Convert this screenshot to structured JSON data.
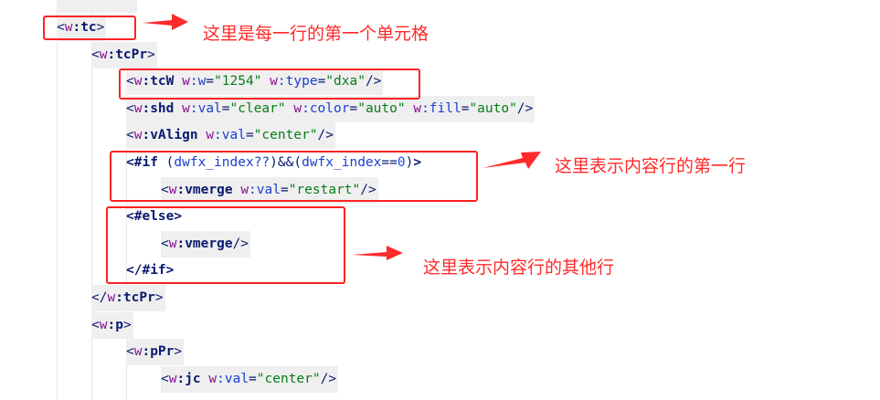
{
  "colors": {
    "annotation": "#ff2a2a",
    "tag": "#0a1a6e",
    "prefix": "#871094",
    "attr": "#1a3fd0",
    "value": "#067d17"
  },
  "lines": [
    {
      "indent": 0,
      "tokens": [
        {
          "c": "t",
          "s": "<"
        },
        {
          "c": "p",
          "s": "w"
        },
        {
          "c": "n",
          "s": ":tc"
        },
        {
          "c": "t",
          "s": ">"
        }
      ]
    },
    {
      "indent": 1,
      "tokens": [
        {
          "c": "t",
          "s": "<"
        },
        {
          "c": "p",
          "s": "w"
        },
        {
          "c": "n",
          "s": ":tcPr"
        },
        {
          "c": "t",
          "s": ">"
        }
      ]
    },
    {
      "indent": 2,
      "tokens": [
        {
          "c": "t",
          "s": "<"
        },
        {
          "c": "p",
          "s": "w"
        },
        {
          "c": "n",
          "s": ":tcW "
        },
        {
          "c": "p",
          "s": "w"
        },
        {
          "c": "a",
          "s": ":w"
        },
        {
          "c": "t",
          "s": "="
        },
        {
          "c": "v",
          "s": "\"1254\" "
        },
        {
          "c": "p",
          "s": "w"
        },
        {
          "c": "a",
          "s": ":type"
        },
        {
          "c": "t",
          "s": "="
        },
        {
          "c": "v",
          "s": "\"dxa\""
        },
        {
          "c": "t",
          "s": "/>"
        }
      ]
    },
    {
      "indent": 2,
      "tokens": [
        {
          "c": "t",
          "s": "<"
        },
        {
          "c": "p",
          "s": "w"
        },
        {
          "c": "n",
          "s": ":shd "
        },
        {
          "c": "p",
          "s": "w"
        },
        {
          "c": "a",
          "s": ":val"
        },
        {
          "c": "t",
          "s": "="
        },
        {
          "c": "v",
          "s": "\"clear\" "
        },
        {
          "c": "p",
          "s": "w"
        },
        {
          "c": "a",
          "s": ":color"
        },
        {
          "c": "t",
          "s": "="
        },
        {
          "c": "v",
          "s": "\"auto\" "
        },
        {
          "c": "p",
          "s": "w"
        },
        {
          "c": "a",
          "s": ":fill"
        },
        {
          "c": "t",
          "s": "="
        },
        {
          "c": "v",
          "s": "\"auto\""
        },
        {
          "c": "t",
          "s": "/>"
        }
      ]
    },
    {
      "indent": 2,
      "tokens": [
        {
          "c": "t",
          "s": "<"
        },
        {
          "c": "p",
          "s": "w"
        },
        {
          "c": "n",
          "s": ":vAlign "
        },
        {
          "c": "p",
          "s": "w"
        },
        {
          "c": "a",
          "s": ":val"
        },
        {
          "c": "t",
          "s": "="
        },
        {
          "c": "v",
          "s": "\"center\""
        },
        {
          "c": "t",
          "s": "/>"
        }
      ]
    },
    {
      "indent": 2,
      "nobg": true,
      "tokens": [
        {
          "c": "k",
          "s": "<#if "
        },
        {
          "c": "t",
          "s": "("
        },
        {
          "c": "id",
          "s": "dwfx_index"
        },
        {
          "c": "a",
          "s": "??"
        },
        {
          "c": "t",
          "s": ")&&("
        },
        {
          "c": "id",
          "s": "dwfx_index"
        },
        {
          "c": "t",
          "s": "=="
        },
        {
          "c": "num",
          "s": "0"
        },
        {
          "c": "t",
          "s": ")"
        },
        {
          "c": "k",
          "s": ">"
        }
      ]
    },
    {
      "indent": 3,
      "tokens": [
        {
          "c": "t",
          "s": "<"
        },
        {
          "c": "p",
          "s": "w"
        },
        {
          "c": "n",
          "s": ":vmerge "
        },
        {
          "c": "p",
          "s": "w"
        },
        {
          "c": "a",
          "s": ":val"
        },
        {
          "c": "t",
          "s": "="
        },
        {
          "c": "v",
          "s": "\"restart\""
        },
        {
          "c": "t",
          "s": "/>"
        }
      ]
    },
    {
      "indent": 2,
      "nobg": true,
      "tokens": [
        {
          "c": "k",
          "s": "<#else>"
        }
      ]
    },
    {
      "indent": 3,
      "tokens": [
        {
          "c": "t",
          "s": "<"
        },
        {
          "c": "p",
          "s": "w"
        },
        {
          "c": "n",
          "s": ":vmerge"
        },
        {
          "c": "t",
          "s": "/>"
        }
      ]
    },
    {
      "indent": 2,
      "nobg": true,
      "tokens": [
        {
          "c": "k",
          "s": "</#if>"
        }
      ]
    },
    {
      "indent": 1,
      "tokens": [
        {
          "c": "t",
          "s": "</"
        },
        {
          "c": "p",
          "s": "w"
        },
        {
          "c": "n",
          "s": ":tcPr"
        },
        {
          "c": "t",
          "s": ">"
        }
      ]
    },
    {
      "indent": 1,
      "tokens": [
        {
          "c": "t",
          "s": "<"
        },
        {
          "c": "p",
          "s": "w"
        },
        {
          "c": "n",
          "s": ":p"
        },
        {
          "c": "t",
          "s": ">"
        }
      ]
    },
    {
      "indent": 2,
      "tokens": [
        {
          "c": "t",
          "s": "<"
        },
        {
          "c": "p",
          "s": "w"
        },
        {
          "c": "n",
          "s": ":pPr"
        },
        {
          "c": "t",
          "s": ">"
        }
      ]
    },
    {
      "indent": 3,
      "tokens": [
        {
          "c": "t",
          "s": "<"
        },
        {
          "c": "p",
          "s": "w"
        },
        {
          "c": "n",
          "s": ":jc "
        },
        {
          "c": "p",
          "s": "w"
        },
        {
          "c": "a",
          "s": ":val"
        },
        {
          "c": "t",
          "s": "="
        },
        {
          "c": "v",
          "s": "\"center\""
        },
        {
          "c": "t",
          "s": "/>"
        }
      ]
    }
  ],
  "annotations": {
    "first_cell": "这里是每一行的第一个单元格",
    "first_content_row": "这里表示内容行的第一行",
    "other_rows": "这里表示内容行的其他行"
  }
}
